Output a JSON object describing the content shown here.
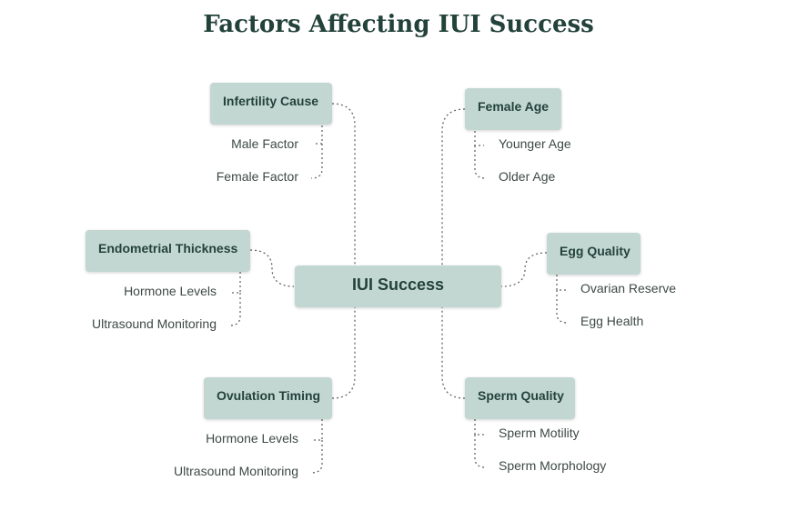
{
  "title": "Factors Affecting IUI Success",
  "colors": {
    "node_fill": "#c3d7d2",
    "title_text": "#22423a",
    "node_text": "#22423a",
    "leaf_text": "#3d4a47",
    "connector": "#666666"
  },
  "center": {
    "label": "IUI Success"
  },
  "branches": [
    {
      "id": "infertility-cause",
      "label": "Infertility Cause",
      "children": [
        "Male Factor",
        "Female Factor"
      ]
    },
    {
      "id": "endometrial-thickness",
      "label": "Endometrial Thickness",
      "children": [
        "Hormone Levels",
        "Ultrasound Monitoring"
      ]
    },
    {
      "id": "ovulation-timing",
      "label": "Ovulation Timing",
      "children": [
        "Hormone Levels",
        "Ultrasound Monitoring"
      ]
    },
    {
      "id": "female-age",
      "label": "Female Age",
      "children": [
        "Younger Age",
        "Older Age"
      ]
    },
    {
      "id": "egg-quality",
      "label": "Egg Quality",
      "children": [
        "Ovarian Reserve",
        "Egg Health"
      ]
    },
    {
      "id": "sperm-quality",
      "label": "Sperm Quality",
      "children": [
        "Sperm Motility",
        "Sperm Morphology"
      ]
    }
  ]
}
